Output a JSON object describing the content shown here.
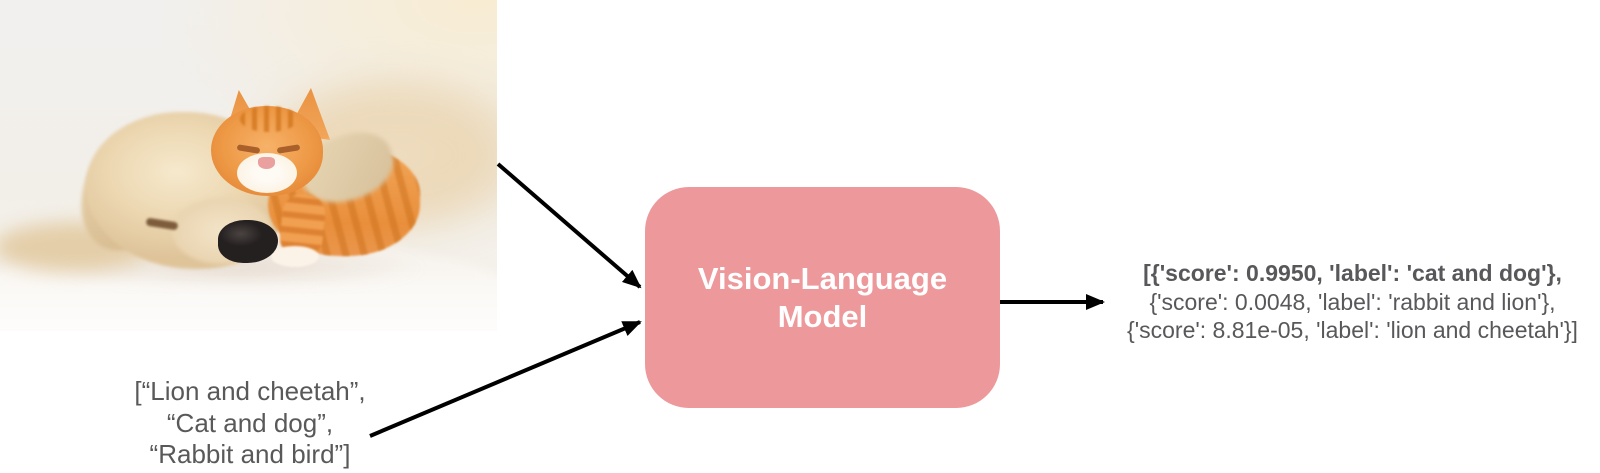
{
  "photo": {
    "description": "Photo of a sleeping cream puppy with an orange tabby kitten resting on its head on a white blanket"
  },
  "input_text": {
    "lines": [
      "[“Lion and cheetah”,",
      "“Cat and dog”,",
      "“Rabbit and bird”]"
    ]
  },
  "model_box": {
    "label_line1": "Vision-Language",
    "label_line2": "Model"
  },
  "output": {
    "line1": "[{'score': 0.9950, 'label': 'cat and dog'},",
    "line2": "{'score': 0.0048, 'label': 'rabbit and lion'},",
    "line3": "{'score': 8.81e-05, 'label': 'lion and cheetah'}]"
  },
  "colors": {
    "model-box-bg": "#ED989B",
    "model-box-text": "#FFFFFF",
    "diagram-text": "#595959",
    "output-text": "#58585B",
    "arrow": "#000000"
  }
}
